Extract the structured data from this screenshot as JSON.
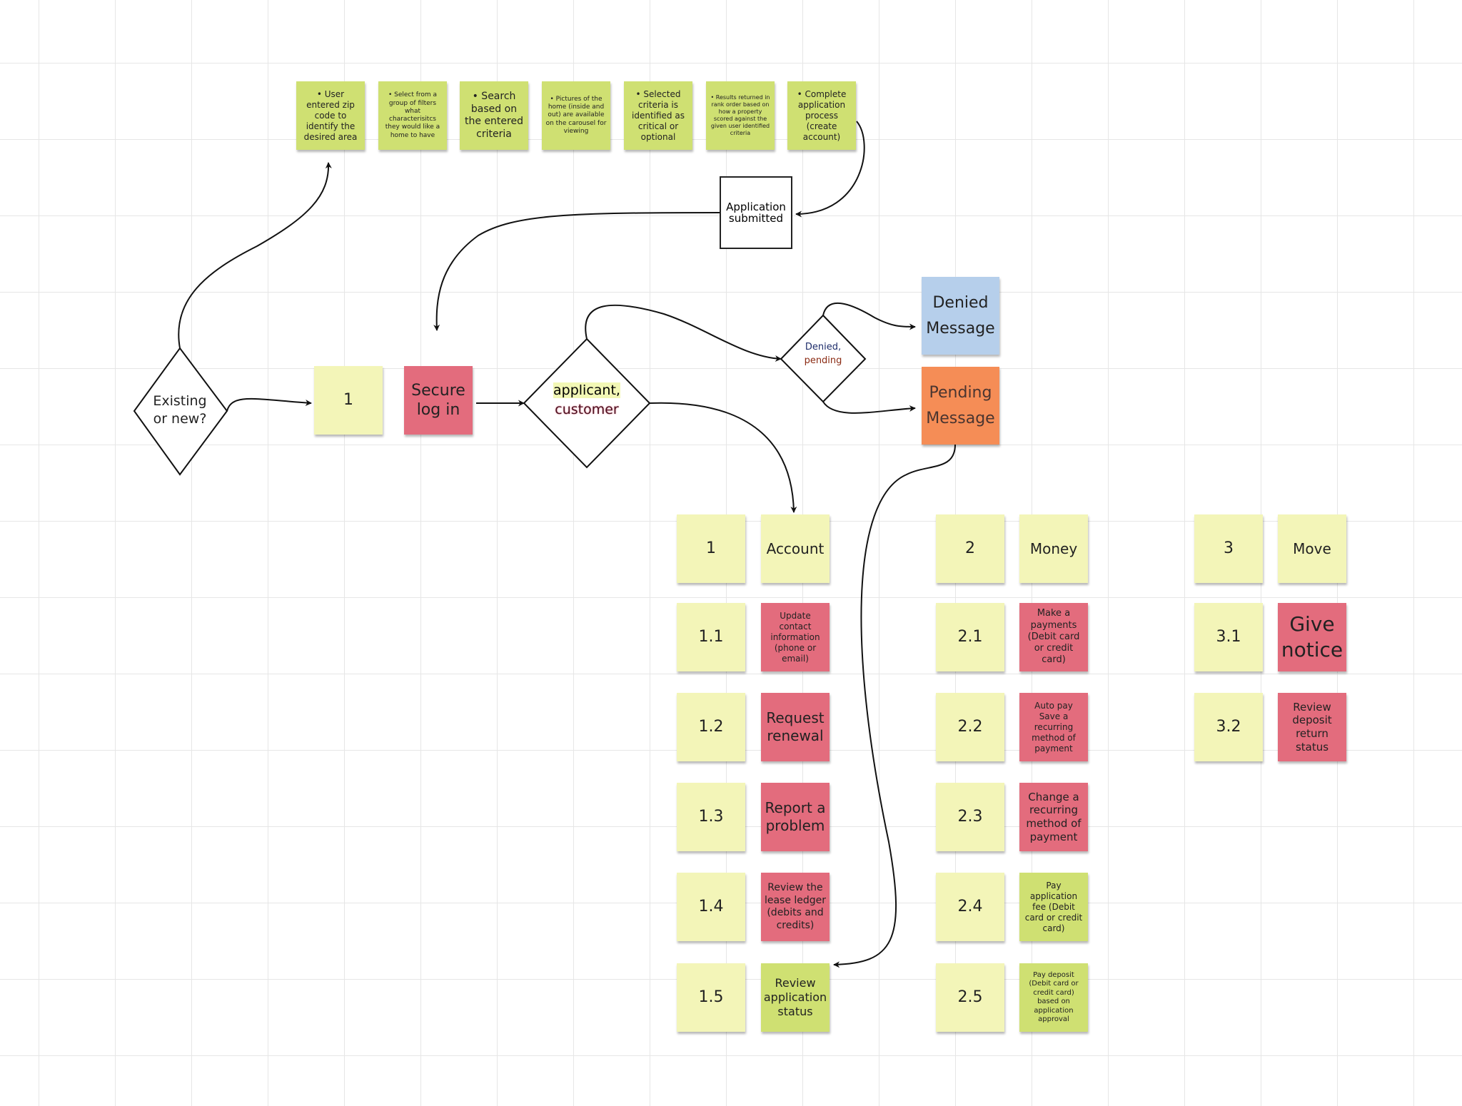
{
  "top_notes": [
    "• User entered zip code to identify the desired area",
    "• Select from a group of filters what characterisitcs they would like a home to have",
    "• Search based on the entered criteria",
    "• Pictures of the home (inside and out) are available on the carousel for viewing",
    "• Selected criteria is identified as critical or optional",
    "• Results returned in rank order based on how a property scored against the given user identified criteria",
    "• Complete application process (create account)"
  ],
  "application_submitted": "Application\nsubmitted",
  "existing_or_new": "Existing\nor new?",
  "step_one": "1",
  "secure_log_in": "Secure\nlog in",
  "applicant": "applicant,",
  "customer": "customer",
  "denied_word": "Denied,",
  "pending_word": "pending",
  "denied_message": "Denied\nMessage",
  "pending_message": "Pending\nMessage",
  "columns": [
    {
      "number": "1",
      "title": "Account",
      "items": [
        {
          "id": "1.1",
          "label": "Update contact information (phone or email)",
          "color": "red"
        },
        {
          "id": "1.2",
          "label": "Request renewal",
          "color": "red"
        },
        {
          "id": "1.3",
          "label": "Report a problem",
          "color": "red"
        },
        {
          "id": "1.4",
          "label": "Review the lease ledger (debits and credits)",
          "color": "red"
        },
        {
          "id": "1.5",
          "label": "Review application status",
          "color": "green"
        }
      ]
    },
    {
      "number": "2",
      "title": "Money",
      "items": [
        {
          "id": "2.1",
          "label": "Make a payments (Debit card or credit card)",
          "color": "red"
        },
        {
          "id": "2.2",
          "label": "Auto pay\nSave a recurring method of payment",
          "color": "red"
        },
        {
          "id": "2.3",
          "label": "Change a recurring method of payment",
          "color": "red"
        },
        {
          "id": "2.4",
          "label": "Pay application fee (Debit card or credit card)",
          "color": "green"
        },
        {
          "id": "2.5",
          "label": "Pay deposit (Debit card or credit card) based on application approval",
          "color": "green"
        }
      ]
    },
    {
      "number": "3",
      "title": "Move",
      "items": [
        {
          "id": "3.1",
          "label": "Give notice",
          "color": "red"
        },
        {
          "id": "3.2",
          "label": "Review deposit return status",
          "color": "red"
        }
      ]
    }
  ],
  "colors": {
    "yellow": "#f3f5b8",
    "green": "#cfe072",
    "red": "#e36c7d",
    "blue": "#b6cfeb",
    "orange": "#f58d56",
    "grid": "#e6e6e6",
    "line": "#111111"
  }
}
